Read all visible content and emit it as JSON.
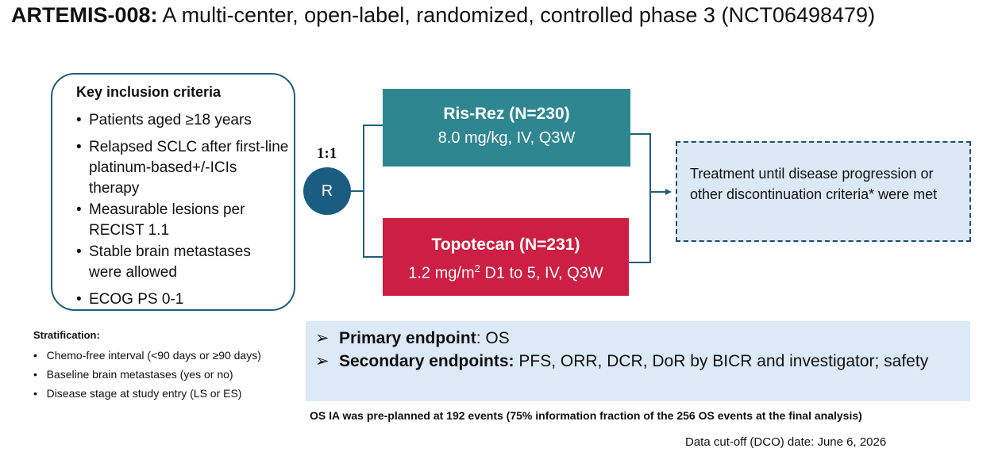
{
  "title": {
    "bold": "ARTEMIS-008:",
    "rest": " A multi-center, open-label, randomized, controlled phase 3 (NCT06498479)"
  },
  "inclusion": {
    "heading": "Key inclusion criteria",
    "items": [
      "Patients aged ≥18 years",
      "Relapsed SCLC after first-line platinum-based+/-ICIs therapy",
      "Measurable lesions per RECIST 1.1",
      "Stable brain metastases were allowed",
      "ECOG PS 0-1"
    ]
  },
  "randomization": {
    "ratio": "1:1",
    "symbol": "R"
  },
  "arms": [
    {
      "name": "Ris-Rez (N=230)",
      "dose": "8.0 mg/kg, IV, Q3W",
      "color": "#2e8691"
    },
    {
      "name": "Topotecan (N=231)",
      "dose_pre": "1.2 mg/m",
      "dose_sup": "2",
      "dose_post": " D1 to 5, IV, Q3W",
      "color": "#cc1f43"
    }
  ],
  "treatment": {
    "text": "Treatment until disease progression or other discontinuation criteria* were met"
  },
  "endpoints": {
    "primary_label": "Primary endpoint",
    "primary_value": ": OS",
    "secondary_label": "Secondary endpoints:",
    "secondary_value": " PFS, ORR, DCR, DoR by BICR and investigator; safety"
  },
  "stratification": {
    "heading": "Stratification:",
    "items": [
      "Chemo-free interval (<90 days or ≥90 days)",
      "Baseline brain metastases  (yes or no)",
      "Disease stage at study entry (LS or ES)"
    ]
  },
  "note": "OS IA was pre-planned at 192 events (75% information fraction of the 256 OS events at the final analysis)",
  "dco": "Data cut-off (DCO) date: June 6, 2026",
  "colors": {
    "accent": "#1a5d80",
    "arm1": "#2e8691",
    "arm2": "#cc1f43",
    "panel": "#dce9f6"
  }
}
